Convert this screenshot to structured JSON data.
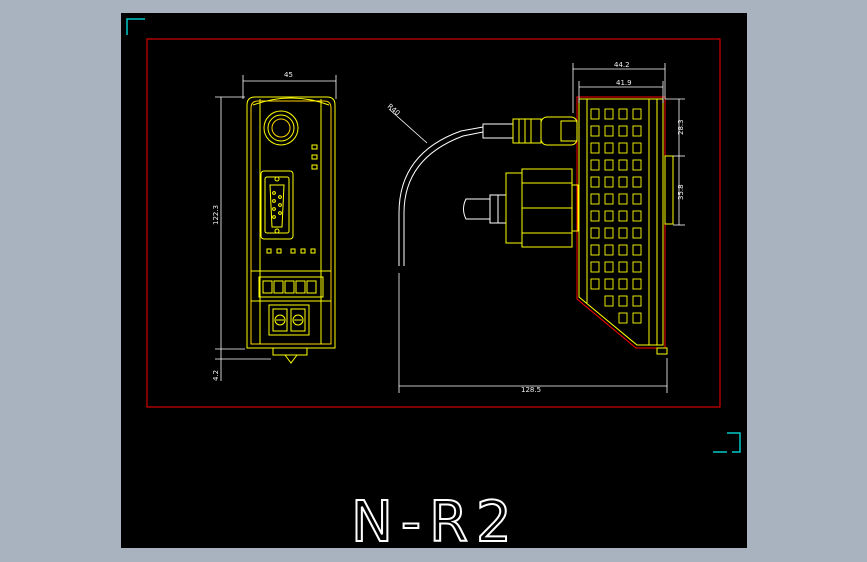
{
  "drawing": {
    "title": "N-R2",
    "dimensions": {
      "front_width": "45",
      "front_height": "122.3",
      "base_offset": "4.2",
      "side_width_outer": "44.2",
      "side_width_inner": "41.9",
      "side_top": "28.3",
      "side_mid": "35.8",
      "cable_radius": "R40",
      "total_length": "128.5"
    }
  },
  "colors": {
    "background": "#a9b3bf",
    "viewport": "#000000",
    "frame": "#ff0000",
    "outline": "#ffff00",
    "outline_alt": "#ffd200",
    "dimension": "#ffffff",
    "corner_marks": "#00c8c8"
  }
}
